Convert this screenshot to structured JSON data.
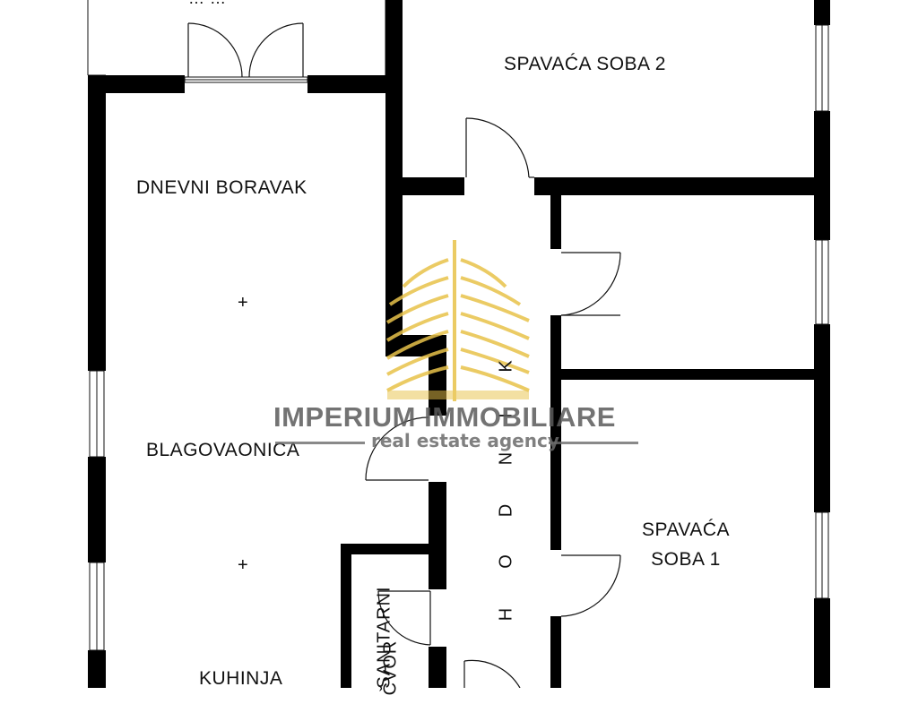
{
  "rooms": {
    "top_label": "… …",
    "bedroom2": "SPAVAĆA SOBA 2",
    "living": "DNEVNI BORAVAK",
    "dining": "BLAGOVAONICA",
    "bedroom1_line1": "SPAVAĆA",
    "bedroom1_line2": "SOBA 1",
    "kitchen": "KUHINJA",
    "bath_line1": "SANITARNI",
    "bath_line2": "ČVOR"
  },
  "hallway": {
    "letters": [
      "H",
      "O",
      "D",
      "N",
      "I",
      "K"
    ]
  },
  "markers": {
    "plus1": "+",
    "plus2": "+"
  },
  "watermark": {
    "brand": "IMPERIUM IMMOBILIARE",
    "tagline": "real estate agency",
    "logo_color": "#e8c24a"
  },
  "colors": {
    "wall": "#000000",
    "line": "#111111"
  }
}
